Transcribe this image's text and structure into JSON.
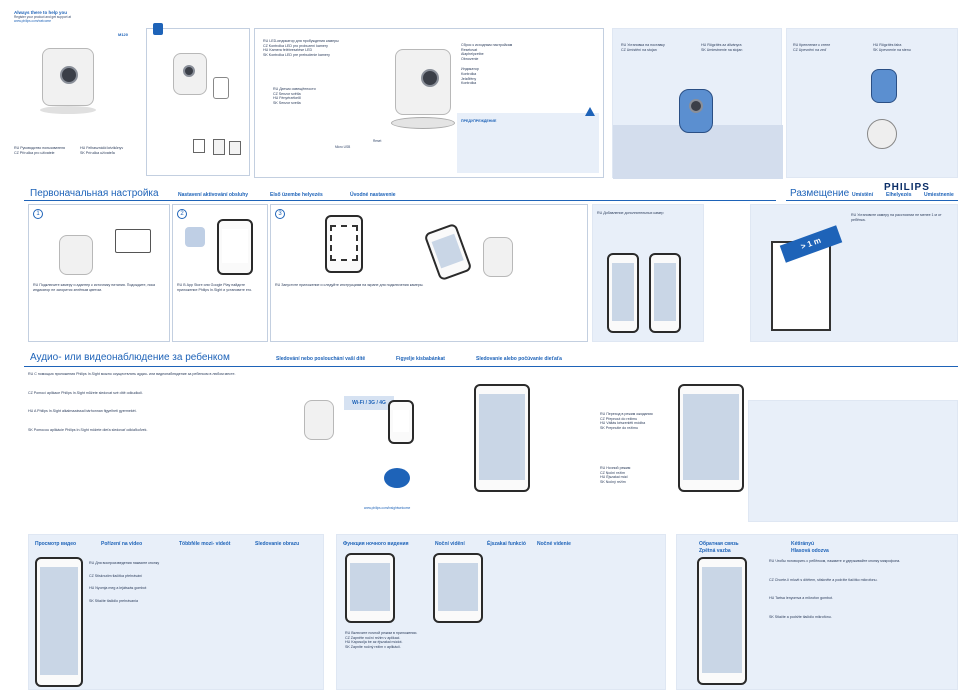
{
  "header": {
    "brand": "PHILIPS",
    "tagline_1": "Always there to help you",
    "tagline_2": "Register your product and get support at",
    "tagline_3": "www.philips.com/welcome",
    "model": "M120",
    "product_label_ru": "RU  Руководство пользователя",
    "product_label_cz": "CZ  Příručka pro uživatele",
    "product_label_hu": "HU  Felhasználói kézikönyv",
    "product_label_sk": "SK  Príručka užívateľa"
  },
  "top_panel_1": {
    "ru": "RU  LED-индикатор для пробуждения камеры",
    "cz": "CZ  Kontrolka LED pro probuzení kamery",
    "hu": "HU  Kamera felébresztése LED",
    "sk": "SK  Kontrolka LED pre prebudenie kamery",
    "ru2": "RU  Датчик освещённости",
    "cz2": "CZ  Senzor světla",
    "hu2": "HU  Fényérzékelő",
    "sk2": "SK  Senzor svetla",
    "micro_usb": "Micro USB",
    "reset": "Reset"
  },
  "top_panel_2": {
    "lines": [
      "Сброс к исходным настройкам",
      "Resetovat",
      "Alaphelyzetbe",
      "Obnovenie"
    ],
    "leds": [
      "Индикатор",
      "Kontrolka",
      "Jelzőfény",
      "Kontrolka"
    ],
    "notice": "ПРЕДУПРЕЖДЕНИЕ"
  },
  "top_panel_3": {
    "ru": "RU  Установка на поставку",
    "cz": "CZ  Umístění na stojan",
    "hu": "HU  Rögzítés az állványra",
    "sk": "SK  Umiestnenie na stojan"
  },
  "top_panel_4": {
    "ru": "RU  Крепление к стене",
    "cz": "CZ  Upevnění na zeď",
    "hu": "HU  Rögzítés falra",
    "sk": "SK  Upevnenie na stenu"
  },
  "section_setup": {
    "title": "Первоначальная настройка",
    "subs": [
      "Nastavení aktivování obsluhy",
      "Első üzembe helyezés",
      "Úvodné nastavenie"
    ],
    "steps": [
      "1",
      "2",
      "3"
    ],
    "step1": "RU  Подключите камеру и адаптер к источнику питания. Подождите, пока индикатор не загорится зелёным цветом.",
    "step2": "RU  В App Store или Google Play найдите приложение Philips In.Sight и установите его.",
    "step3": "RU  Запустите приложение и следуйте инструкциям на экране для подключения камеры.",
    "step4": "RU  Добавление дополнительных камер"
  },
  "section_place": {
    "title": "Размещение",
    "subs": [
      "Umístění",
      "Elhelyezés",
      "Umiestnenie"
    ],
    "distance": "> 1 m",
    "text": "RU  Установите камеру на расстоянии не менее 1 м от ребёнка."
  },
  "section_av": {
    "title": "Аудио- или видеонаблюдение за ребенком",
    "subs": [
      "Sledování nebo poslouchání vaší dítě",
      "Figyelje kisbabánkat",
      "Sledovanie alebo počúvanie dieťaťa"
    ],
    "ru": "RU  С помощью приложения Philips In.Sight можно осуществлять аудио- или видеонаблюдение за ребенком в любом месте.",
    "cz": "CZ  Pomocí aplikace Philips In.Sight můžete sledovat své dítě odkudkoli.",
    "hu": "HU  A Philips In.Sight alkalmazással bárhonnan figyelheti gyermekét.",
    "sk": "SK  Pomocou aplikácie Philips In.Sight môžete dieťa sledovať odkiaľkoľvek.",
    "network": "Wi-Fi / 3G / 4G",
    "url": "www.philips.com/insightwelcome",
    "mode_ru": "RU  Переход в режим ожидания",
    "mode_cz": "CZ  Přepnout do režimu",
    "mode_hu": "HU  Váltás készenléti módba",
    "mode_sk": "SK  Prepnutie do režimu",
    "night_ru": "RU  Ночной режим",
    "night_cz": "CZ  Noční režim",
    "night_hu": "HU  Éjszakai mód",
    "night_sk": "SK  Nočný režim"
  },
  "bottom_panels": {
    "p1_titles": [
      "Просмотр видео",
      "Pořízení na video",
      "Többféle mozi- videót",
      "Sledovanie obrazu"
    ],
    "p1_ru": "RU  Для воспроизведения нажмите кнопку",
    "p1_cz": "CZ  Stisknutím tlačítka přehrávání",
    "p1_hu": "HU  Nyomja meg a lejátszás gombot",
    "p1_sk": "SK  Stlačte tlačidlo prehrávania",
    "p2_titles": [
      "Функция ночного видения",
      "Noční vidění",
      "Éjszakai funkció",
      "Nočné videnie"
    ],
    "p2_ru": "RU  Включите ночной режим в приложении.",
    "p2_cz": "CZ  Zapněte noční režim v aplikaci.",
    "p2_hu": "HU  Kapcsolja be az éjszakai módot.",
    "p2_sk": "SK  Zapnite nočný režim v aplikácii.",
    "p3_titles": [
      "Обратная связь",
      "Zpětná vazba",
      "Kétirányú",
      "Hlasová odozva"
    ],
    "p3_ru": "RU  Чтобы поговорить с ребёнком, нажмите и удерживайте кнопку микрофона.",
    "p3_cz": "CZ  Chcete-li mluvit s dítětem, stiskněte a podržte tlačítko mikrofonu.",
    "p3_hu": "HU  Tartsa lenyomva a mikrofon gombot.",
    "p3_sk": "SK  Stlačte a podržte tlačidlo mikrofónu."
  },
  "colors": {
    "accent": "#1e63b8",
    "panel_bg": "#e8eff9",
    "dark": "#2a2a2a"
  }
}
